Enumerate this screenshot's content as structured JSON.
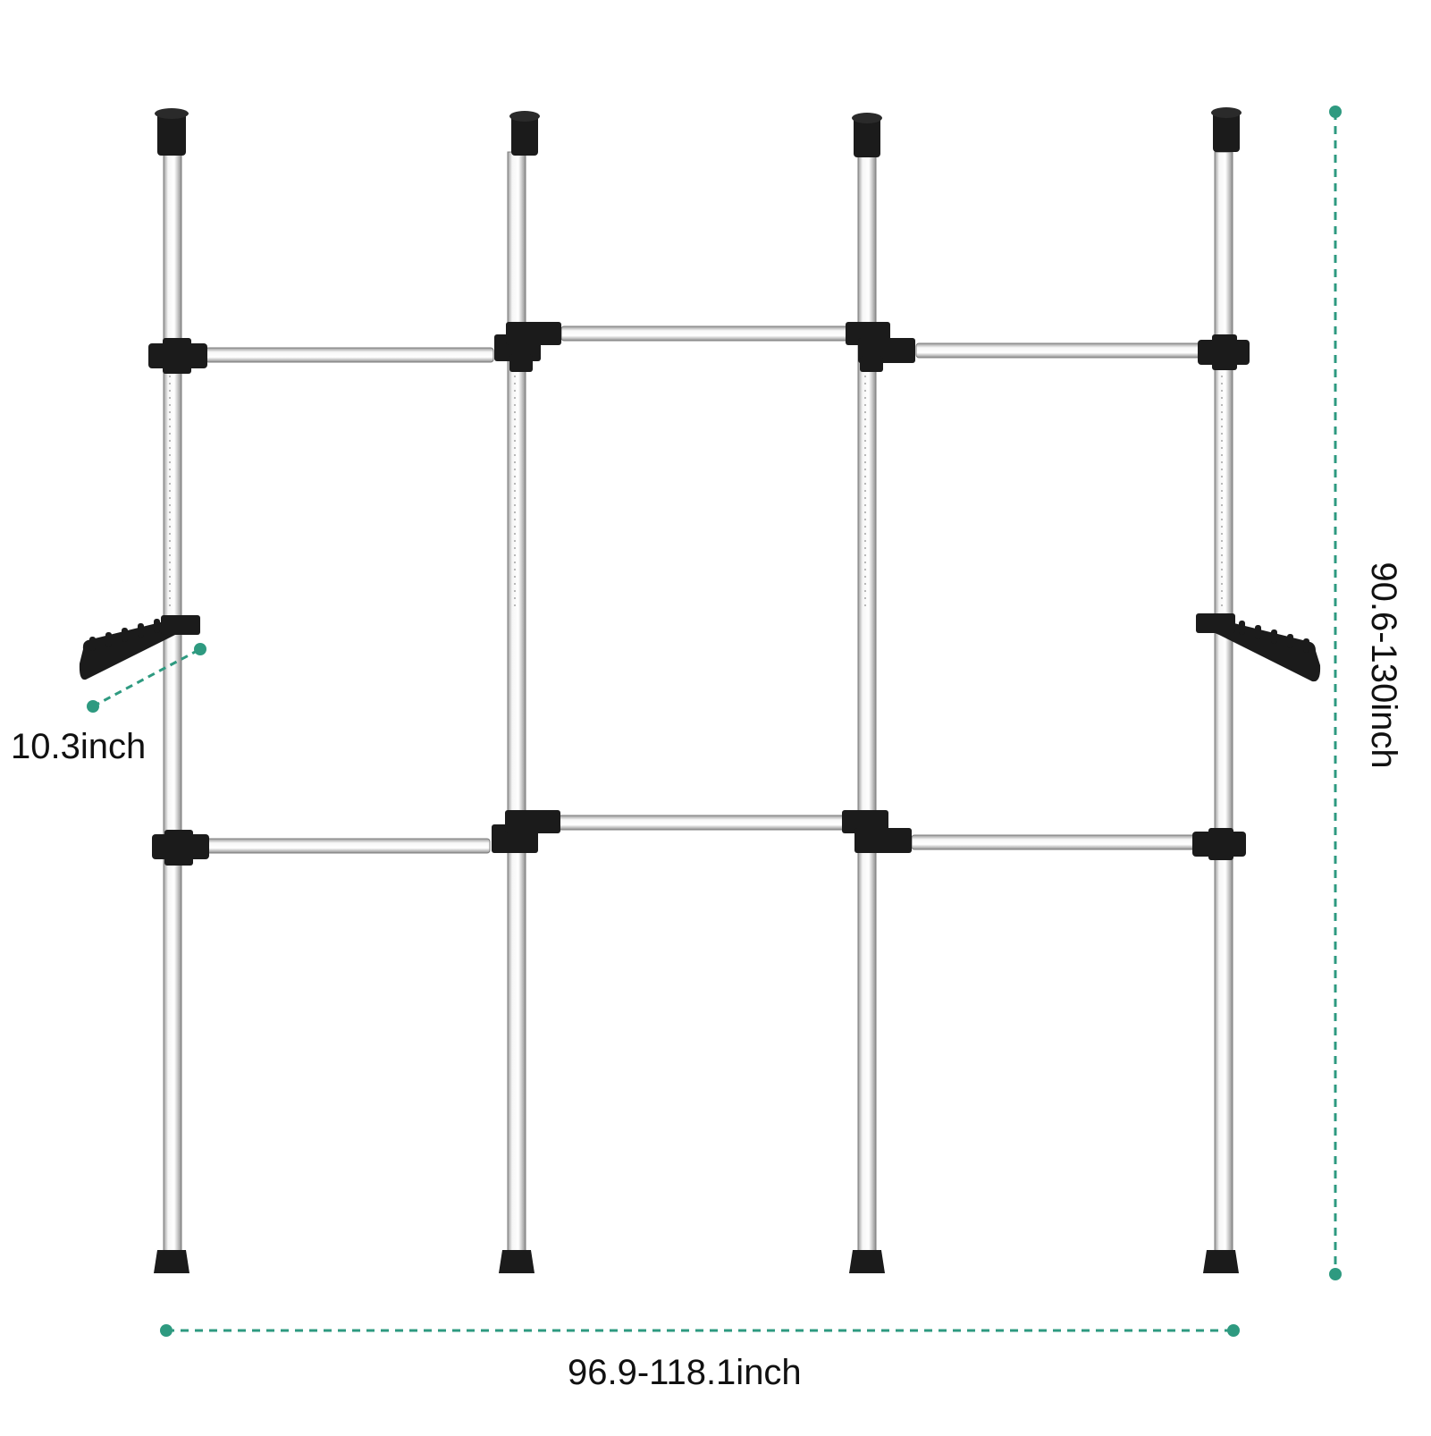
{
  "product": {
    "image_alt": "Adjustable 4-pole tension wardrobe rack with six hanging rails and two side hanger racks",
    "dimensions": {
      "width": "96.9-118.1inch",
      "height": "90.6-130inch",
      "hanger_depth": "10.3inch"
    },
    "colors": {
      "accent": "#2e9a80",
      "pole": "#eeeeee",
      "pole_shadow": "#a9a9a9",
      "fitting": "#1b1b1b",
      "background": "#ffffff"
    }
  }
}
